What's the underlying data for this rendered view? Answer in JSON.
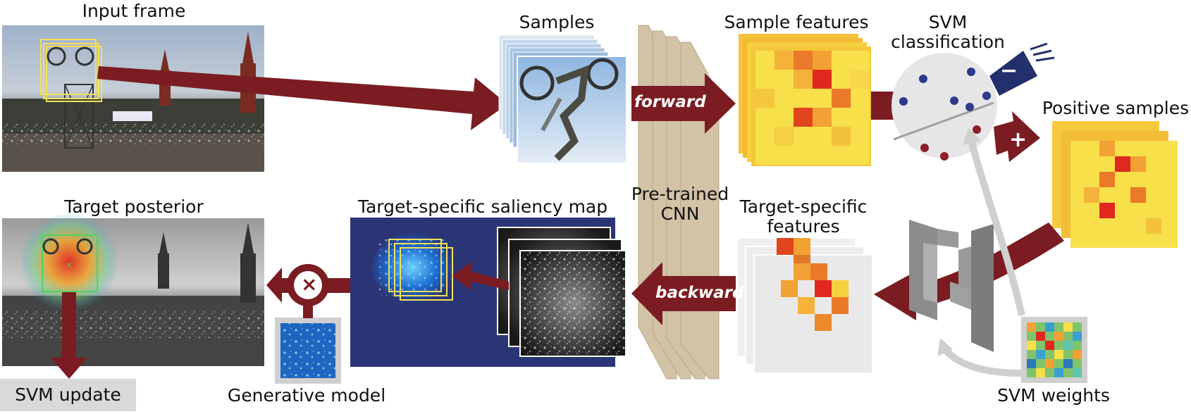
{
  "labels": {
    "input_frame": "Input frame",
    "samples": "Samples",
    "sample_features": "Sample features",
    "svm_classification_1": "SVM",
    "svm_classification_2": "classification",
    "positive_samples": "Positive samples",
    "target_posterior": "Target posterior",
    "saliency_map": "Target-specific saliency map",
    "pretrained_1": "Pre-trained",
    "pretrained_2": "CNN",
    "ts_features_1": "Target-specific",
    "ts_features_2": "features",
    "svm_update": "SVM update",
    "generative_model": "Generative model",
    "svm_weights": "SVM weights",
    "forward": "forward",
    "backward": "backward",
    "minus": "−",
    "plus": "+",
    "multiply": "×"
  },
  "colors": {
    "arrow_dark_red": "#7a1c22",
    "cnn_layer": "#d2c2a6",
    "cnn_edge": "#b9a684",
    "saliency_bg": "#2b3575",
    "svm_circle": "#e6e6e6",
    "neg_dot": "#2c3a8c",
    "pos_dot": "#8a1f2a",
    "heat_red": "#e0281e",
    "heat_yellow": "#f7e04a",
    "gray_box": "#d9d9d9"
  }
}
